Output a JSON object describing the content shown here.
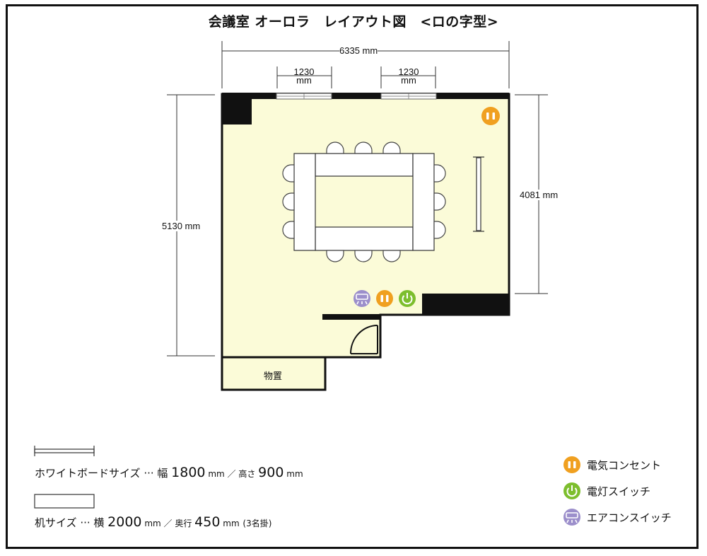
{
  "title": "会議室 オーロラ　レイアウト図　<ロの字型>",
  "dimensions": {
    "room_width": "6335 mm",
    "window_left_top": "1230",
    "window_left_bottom": "mm",
    "window_right_top": "1230",
    "window_right_bottom": "mm",
    "room_depth_left": "5130 mm",
    "room_depth_right": "4081 mm"
  },
  "storage_label": "物置",
  "colors": {
    "floor": "#FBFBD8",
    "outlet": "#F0A020",
    "light_switch": "#7DBE2E",
    "ac_switch": "#9C8FCB"
  },
  "icons": {
    "outlet": "outlet-icon",
    "light_switch": "power-icon",
    "ac_switch": "air-conditioner-icon"
  },
  "notes": {
    "whiteboard_main": "ホワイトボードサイズ ··· 幅 ",
    "whiteboard_w": "1800",
    "whiteboard_mid": " mm ／ 高さ ",
    "whiteboard_h": "900",
    "whiteboard_unit": " mm",
    "desk_main": "机サイズ ··· 横 ",
    "desk_w": "2000",
    "desk_mid": " mm ／ 奥行 ",
    "desk_d": "450",
    "desk_unit": " mm",
    "desk_seats": "(3名掛)"
  },
  "legend": {
    "outlet": "電気コンセント",
    "light_switch": "電灯スイッチ",
    "ac_switch": "エアコンスイッチ"
  }
}
